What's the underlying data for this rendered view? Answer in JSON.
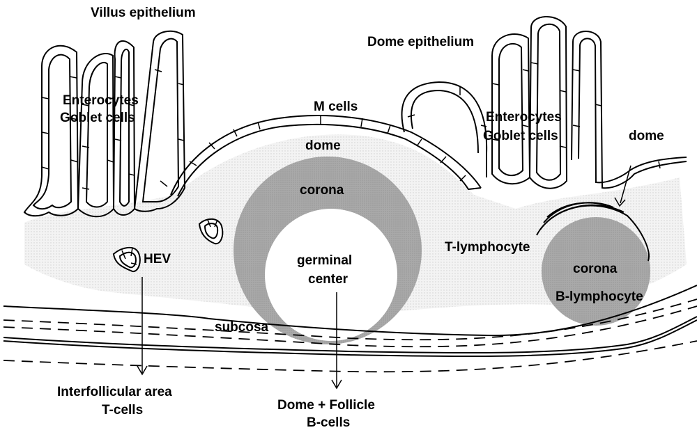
{
  "labels": {
    "villus_epithelium": "Villus epithelium",
    "dome_epithelium": "Dome epithelium",
    "m_cells": "M cells",
    "enterocytes_left": "Enterocytes",
    "goblet_left": "Goblet cells",
    "enterocytes_right": "Enterocytes",
    "goblet_right": "Goblet cells",
    "dome_center": "dome",
    "dome_right": "dome",
    "corona_main": "corona",
    "germinal": "germinal",
    "center": "center",
    "hev": "HEV",
    "t_lymphocyte": "T-lymphocyte",
    "corona_small": "corona",
    "b_lymphocyte": "B-lymphocyte",
    "subcosa": "subcosa",
    "interfollicular": "Interfollicular area",
    "t_cells": "T-cells",
    "dome_follicle": "Dome + Follicle",
    "b_cells": "B-cells"
  },
  "colors": {
    "stroke": "#000000",
    "corona_fill": "#a8a8a8",
    "dome_fill": "#ececec",
    "germinal_fill": "#ffffff"
  }
}
